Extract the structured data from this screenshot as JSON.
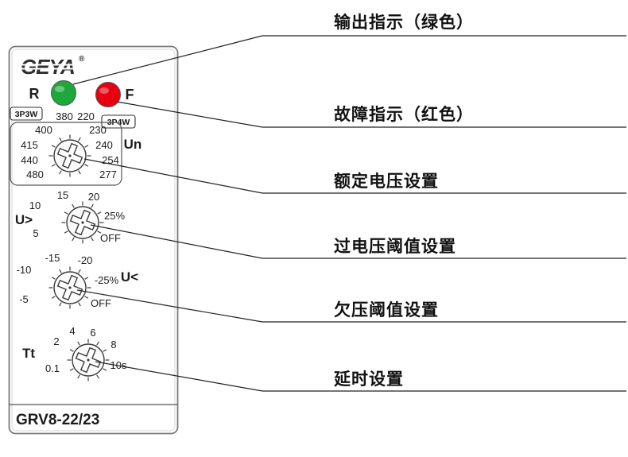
{
  "device": {
    "brand": "GEYA",
    "registered_mark": "®",
    "model": "GRV8-22/23",
    "leds": {
      "r_label": "R",
      "f_label": "F",
      "green_color": "#1ea83c",
      "red_color": "#e60012"
    },
    "wiring_modes": {
      "left": "3P3W",
      "right": "3P4W"
    },
    "dials": {
      "un": {
        "label": "Un",
        "values": [
          "380",
          "220",
          "400",
          "230",
          "415",
          "240",
          "440",
          "254",
          "480",
          "277"
        ]
      },
      "over": {
        "label": "U>",
        "values": [
          "15",
          "20",
          "10",
          "25%",
          "5",
          "OFF"
        ]
      },
      "under": {
        "label": "U<",
        "values": [
          "-15",
          "-20",
          "-10",
          "-25%",
          "-5",
          "OFF"
        ]
      },
      "delay": {
        "label": "Tt",
        "values": [
          "4",
          "6",
          "2",
          "8",
          "0.1",
          "10s"
        ]
      }
    }
  },
  "callouts": [
    {
      "label": "输出指示（绿色）"
    },
    {
      "label": "故障指示（红色）"
    },
    {
      "label": "额定电压设置"
    },
    {
      "label": "过电压阈值设置"
    },
    {
      "label": "欠压阈值设置"
    },
    {
      "label": "延时设置"
    }
  ]
}
